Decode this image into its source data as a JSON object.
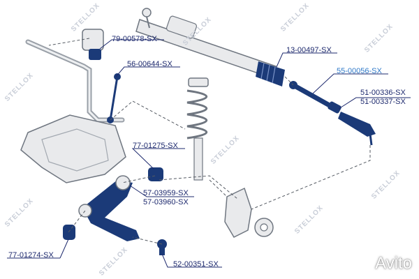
{
  "diagram": {
    "colors": {
      "label": "#1e2a6e",
      "highlight": "#2f79c8",
      "part_fill": "#e9eaec",
      "part_stroke": "#6f7680",
      "dark_part": "#1b3a78",
      "watermark": "#c9ced8"
    },
    "parts": {
      "sway_bar_bushing": "79-00578-SX",
      "sway_bar_link": "56-00644-SX",
      "steering_boot": "13-00497-SX",
      "inner_tie_rod": "55-00056-SX",
      "tie_rod_end_a": "51-00336-SX",
      "tie_rod_end_b": "51-00337-SX",
      "subframe_bushing": "77-01275-SX",
      "control_arm_a": "57-03959-SX",
      "control_arm_b": "57-03960-SX",
      "arm_bushing_front": "77-01274-SX",
      "ball_joint": "52-00351-SX"
    },
    "watermark_text": "STELLOX",
    "avito_mark": "Avito"
  }
}
